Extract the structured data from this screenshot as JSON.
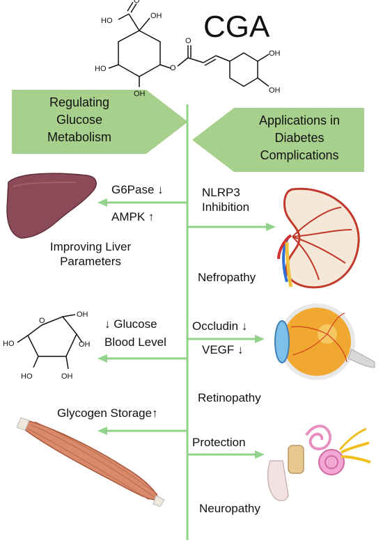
{
  "title": "CGA",
  "molecule": {
    "cga_groups": {
      "carboxyl": "HO",
      "hydroxyl": "OH",
      "o1": "O",
      "o2": "O"
    },
    "glucose_groups": {
      "oh": "OH",
      "ho": "HO"
    }
  },
  "banners": {
    "left": {
      "line1": "Regulating",
      "line2": "Glucose",
      "line3": "Metabolism"
    },
    "right": {
      "line1": "Applications in",
      "line2": "Diabetes",
      "line3": "Complications"
    }
  },
  "left": {
    "liver": {
      "g6pase": "G6Pase ↓",
      "ampk": "AMPK ↑",
      "caption1": "Improving Liver",
      "caption2": "Parameters"
    },
    "glucose": {
      "line1": "↓  Glucose",
      "line2": "Blood Level"
    },
    "muscle": {
      "label": "Glycogen Storage↑"
    }
  },
  "right": {
    "kidney": {
      "line1": "NLRP3",
      "line2": "Inhibition",
      "caption": "Nefropathy"
    },
    "eye": {
      "occludin": "Occludin ↓",
      "vegf": "VEGF ↓",
      "caption": "Retinopathy"
    },
    "ear": {
      "label": "Protection",
      "caption": "Neuropathy"
    }
  },
  "colors": {
    "banner": "#a8d08d",
    "arrow": "#92d28b",
    "liver": "#8b4a57",
    "kidney": "#c0392b",
    "eye": "#f0a830",
    "muscle": "#d98a6a",
    "ear": "#e88fc0"
  }
}
